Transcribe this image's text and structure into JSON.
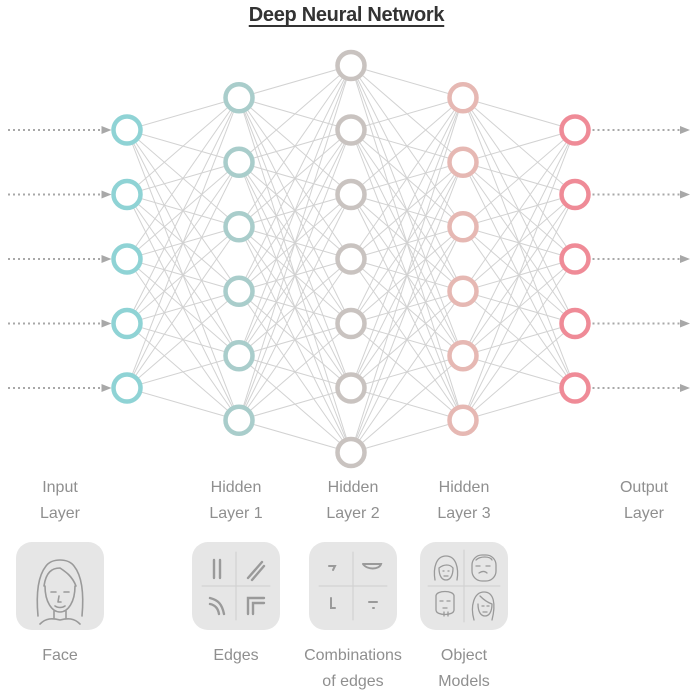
{
  "title": "Deep Neural Network",
  "layers": [
    {
      "id": "input",
      "label_line1": "Input",
      "label_line2": "Layer",
      "color": "#8fd3d5",
      "nodes": 5,
      "caption_line1": "Face",
      "caption_line2": "",
      "icon": "face-icon"
    },
    {
      "id": "hidden1",
      "label_line1": "Hidden",
      "label_line2": "Layer 1",
      "color": "#a9cdcb",
      "nodes": 6,
      "caption_line1": "Edges",
      "caption_line2": "",
      "icon": "edges-icon"
    },
    {
      "id": "hidden2",
      "label_line1": "Hidden",
      "label_line2": "Layer 2",
      "color": "#c9c3c0",
      "nodes": 7,
      "caption_line1": "Combinations",
      "caption_line2": "of edges",
      "icon": "edge-combinations-icon"
    },
    {
      "id": "hidden3",
      "label_line1": "Hidden",
      "label_line2": "Layer 3",
      "color": "#e6b8b3",
      "nodes": 6,
      "caption_line1": "Object",
      "caption_line2": "Models",
      "icon": "object-models-icon"
    },
    {
      "id": "output",
      "label_line1": "Output",
      "label_line2": "Layer",
      "color": "#ef8b97",
      "nodes": 5,
      "caption_line1": "",
      "caption_line2": "",
      "icon": ""
    }
  ],
  "colors": {
    "edge": "#d2d2d2",
    "arrow": "#a8a8a8",
    "card": "#e6e6e6",
    "icon": "#9a9a9a"
  }
}
